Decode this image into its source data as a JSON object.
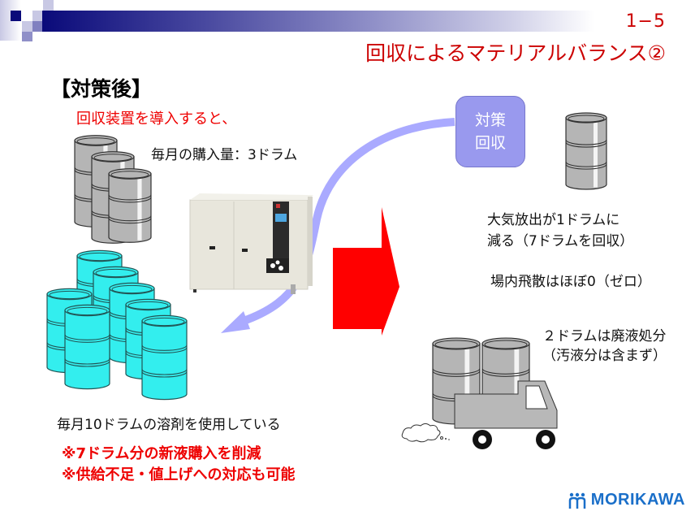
{
  "header": {
    "slide_number": "1−5",
    "title": "回収によるマテリアルバランス②"
  },
  "left": {
    "heading": "【対策後】",
    "subheading": "回収装置を導入すると、",
    "monthly_purchase": "毎月の購入量：3ドラム",
    "monthly_usage": "毎月10ドラムの溶剤を使用している",
    "notes": [
      "※7ドラム分の新液購入を削減",
      "※供給不足・値上げへの対応も可能"
    ]
  },
  "right": {
    "recovery_box": [
      "対策",
      "回収"
    ],
    "emission_lines": [
      "大気放出が1ドラムに",
      "減る（7ドラムを回収）"
    ],
    "scatter": "場内飛散はほぼ0（ゼロ）",
    "waste_lines": [
      "２ドラムは廃液処分",
      "（汚液分は含まず）"
    ]
  },
  "logo": {
    "text": "MORIKAWA"
  },
  "colors": {
    "title_red": "#cc0000",
    "note_red": "#ee0000",
    "box_fill": "#9999ee",
    "drum_gray": "#b5b5b5",
    "drum_cyan": "#33eeee",
    "arrow_red": "#ff0000",
    "curve_blue": "#aaaaff",
    "logo_blue": "#1a6fc9"
  }
}
